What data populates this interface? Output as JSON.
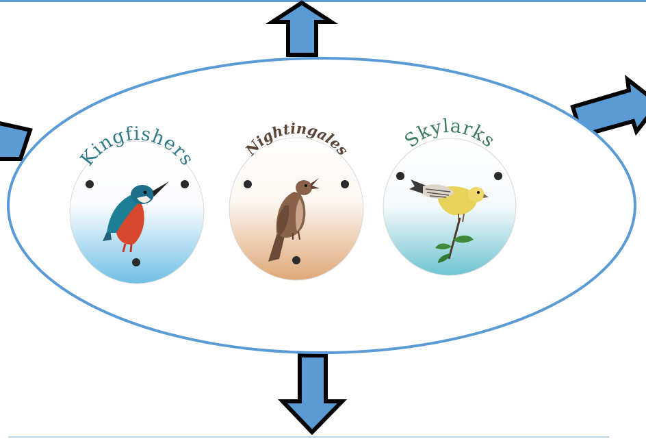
{
  "houses": [
    {
      "name": "Kingfishers",
      "label_color": "#2f7a86"
    },
    {
      "name": "Nightingales",
      "label_color": "#5b4438"
    },
    {
      "name": "Skylarks",
      "label_color": "#3c7b5b"
    }
  ],
  "colors": {
    "ellipse_stroke": "#5b9bd5",
    "arrow_fill": "#5b9bd5",
    "arrow_stroke": "#000000",
    "top_rule": "#5b9bd5",
    "bottom_rule": "#bcd3ec"
  }
}
